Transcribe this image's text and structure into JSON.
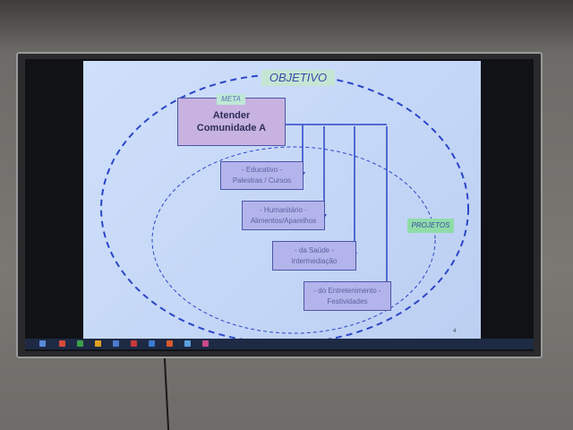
{
  "slide": {
    "objective_label": "OBJETIVO",
    "meta_label": "META",
    "meta_box": {
      "line1": "Atender",
      "line2": "Comunidade A"
    },
    "projects_label": "PROJETOS",
    "projects": [
      {
        "line1": "- Educativo -",
        "line2": "Palestras / Cursos"
      },
      {
        "line1": "- Humanitário -",
        "line2": "Alimentos/Aparelhos"
      },
      {
        "line1": "- da Saúde -",
        "line2": "Intermediação"
      },
      {
        "line1": "- do Entretenimento -",
        "line2": "Festividades"
      }
    ],
    "page_number": "4"
  },
  "colors": {
    "line": "#2b46c8",
    "tag_green": "#8fdca8",
    "meta_fill": "#c7b2e0",
    "project_fill": "#b4b4ec"
  }
}
